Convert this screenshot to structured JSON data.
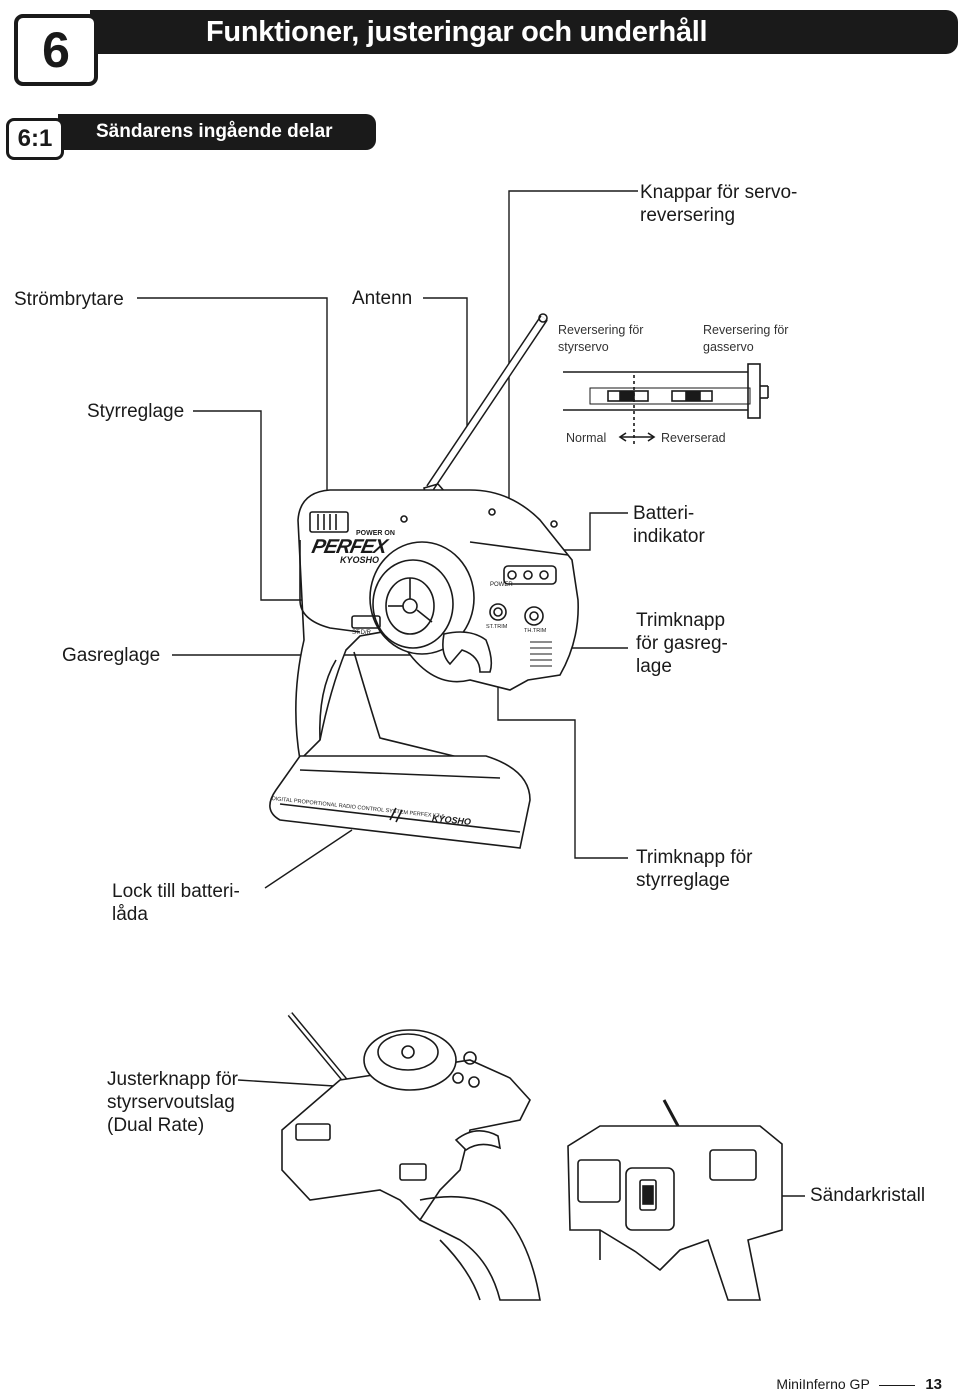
{
  "header": {
    "chapter_number": "6",
    "chapter_title": "Funktioner, justeringar och underhåll"
  },
  "section": {
    "number": "6:1",
    "title": "Sändarens ingående delar"
  },
  "labels": {
    "servo_reverse_buttons": "Knappar för servo-\nreversering",
    "power_switch": "Strömbrytare",
    "antenna": "Antenn",
    "steering_reverse": "Reversering för\nstyrservo",
    "throttle_reverse": "Reversering för\ngasservo",
    "steering_wheel": "Styrreglage",
    "normal": "Normal",
    "reversed": "Reverserad",
    "battery_indicator": "Batteri-\nindikator",
    "throttle_trigger": "Gasreglage",
    "throttle_trim": "Trimknapp\nför gasreg-\nlage",
    "battery_lock": "Lock till batteri-\nlåda",
    "steering_trim": "Trimknapp för\nstyrreglage",
    "dual_rate": "Justerknapp för\nstyrservoutslag\n(Dual Rate)",
    "crystal": "Sändarkristall"
  },
  "device_text": {
    "power_on": "POWER ON",
    "brand": "PERFEX",
    "maker": "KYOSHO",
    "power": "POWER",
    "st_dr": "ST.D/R",
    "st_trim": "ST.TRIM",
    "th_trim": "TH.TRIM",
    "base_text": "DIGITAL PROPORTIONAL RADIO CONTROL SYSTEM PERFEX KT-6"
  },
  "footer": {
    "text": "MiniInferno GP",
    "page": "13"
  }
}
